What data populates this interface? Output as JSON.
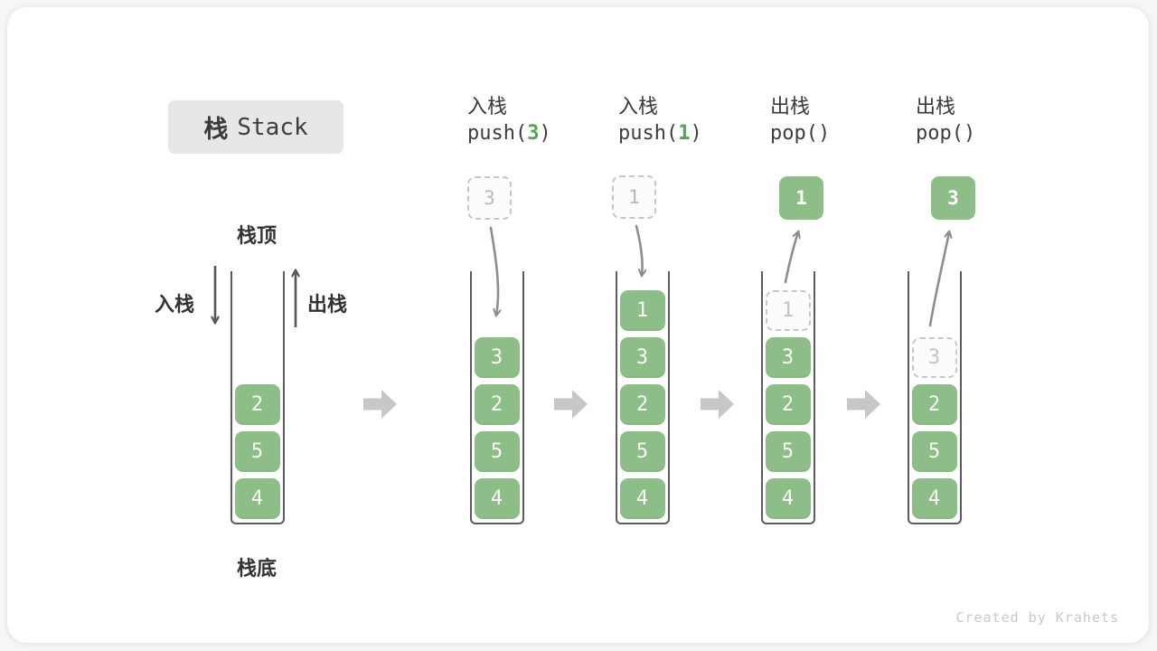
{
  "title": {
    "cjk": "栈",
    "latin": "Stack"
  },
  "watermark": "Created by Krahets",
  "colors": {
    "item_green": "#8dbe87",
    "code_arg_green": "#57a255",
    "dark_text": "#3b3b3b",
    "ghost_gray": "#c6c6c6",
    "arrow_gray": "#8d8d8d",
    "chevron_gray": "#c7c7c7",
    "title_bg": "#e7e7e7"
  },
  "initial_stack": {
    "top_label": "栈顶",
    "bottom_label": "栈底",
    "push_side_label": "入栈",
    "pop_side_label": "出栈",
    "items_bottom_to_top": [
      "4",
      "5",
      "2"
    ]
  },
  "steps": [
    {
      "operation": "入栈",
      "code": {
        "prefix": "push(",
        "arg": "3",
        "suffix": ")"
      },
      "floating_value": "3",
      "floating_style": "dashed",
      "arrow_direction": "into-stack",
      "items_bottom_to_top": [
        "4",
        "5",
        "2",
        "3"
      ],
      "ghost_item": null
    },
    {
      "operation": "入栈",
      "code": {
        "prefix": "push(",
        "arg": "1",
        "suffix": ")"
      },
      "floating_value": "1",
      "floating_style": "dashed",
      "arrow_direction": "into-stack",
      "items_bottom_to_top": [
        "4",
        "5",
        "2",
        "3",
        "1"
      ],
      "ghost_item": null
    },
    {
      "operation": "出栈",
      "code": {
        "prefix": "pop(",
        "arg": "",
        "suffix": ")"
      },
      "floating_value": "1",
      "floating_style": "solid",
      "arrow_direction": "out-of-stack",
      "items_bottom_to_top": [
        "4",
        "5",
        "2",
        "3"
      ],
      "ghost_item": "1"
    },
    {
      "operation": "出栈",
      "code": {
        "prefix": "pop(",
        "arg": "",
        "suffix": ")"
      },
      "floating_value": "3",
      "floating_style": "solid",
      "arrow_direction": "out-of-stack",
      "items_bottom_to_top": [
        "4",
        "5",
        "2"
      ],
      "ghost_item": "3"
    }
  ]
}
